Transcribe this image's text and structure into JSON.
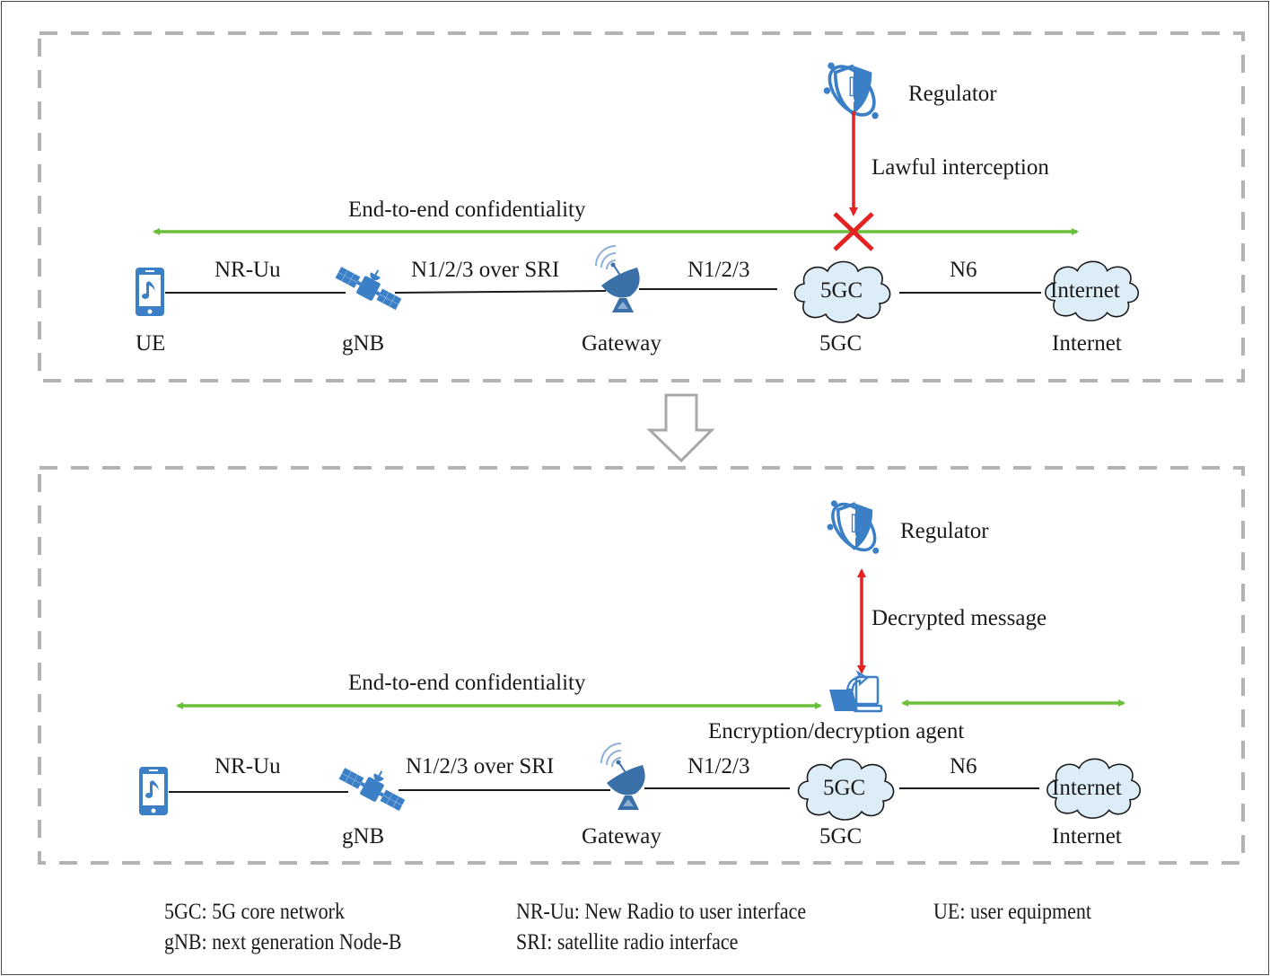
{
  "colors": {
    "frame_dash": "#b3b3b3",
    "link_line": "#1a1a1a",
    "e2e_arrow": "#6bbf3a",
    "blocked_arrow": "#e32222",
    "icon_blue": "#3b7fc6",
    "cloud_fill": "#dcedf8",
    "transition_arrow": "#a8a8a8"
  },
  "panels": [
    {
      "id": "before",
      "regulator": {
        "label": "Regulator",
        "icon": "shield-alert-icon"
      },
      "regulator_link": {
        "label": "Lawful interception",
        "status": "blocked",
        "icon": "x-cross-icon"
      },
      "e2e": {
        "label": "End-to-end confidentiality"
      },
      "nodes": [
        {
          "id": "ue",
          "label": "UE",
          "icon": "smartphone-icon"
        },
        {
          "id": "gnb",
          "label": "gNB",
          "icon": "satellite-icon"
        },
        {
          "id": "gateway",
          "label": "Gateway",
          "icon": "satellite-dish-icon"
        },
        {
          "id": "5gc",
          "label": "5GC",
          "inner": "5GC",
          "icon": "cloud-icon"
        },
        {
          "id": "internet",
          "label": "Internet",
          "inner": "Internet",
          "icon": "cloud-icon"
        }
      ],
      "links": [
        "NR-Uu",
        "N1/2/3 over SRI",
        "N1/2/3",
        "N6"
      ]
    },
    {
      "id": "after",
      "regulator": {
        "label": "Regulator",
        "icon": "shield-alert-icon"
      },
      "regulator_link": {
        "label": "Decrypted message",
        "status": "bidirectional"
      },
      "e2e": {
        "label": "End-to-end confidentiality"
      },
      "agent": {
        "label": "Encryption/decryption agent",
        "icon": "laptop-agent-icon"
      },
      "nodes": [
        {
          "id": "ue",
          "label": "",
          "icon": "smartphone-icon"
        },
        {
          "id": "gnb",
          "label": "gNB",
          "icon": "satellite-icon"
        },
        {
          "id": "gateway",
          "label": "Gateway",
          "icon": "satellite-dish-icon"
        },
        {
          "id": "5gc",
          "label": "5GC",
          "inner": "5GC",
          "icon": "cloud-icon"
        },
        {
          "id": "internet",
          "label": "Internet",
          "inner": "Internet",
          "icon": "cloud-icon"
        }
      ],
      "links": [
        "NR-Uu",
        "N1/2/3 over SRI",
        "N1/2/3",
        "N6"
      ]
    }
  ],
  "transition": {
    "icon": "down-arrow-icon"
  },
  "legend": [
    [
      "5GC: 5G core network",
      "NR-Uu: New Radio to user interface",
      "UE: user equipment"
    ],
    [
      "gNB: next generation Node-B",
      "SRI: satellite radio interface"
    ]
  ]
}
